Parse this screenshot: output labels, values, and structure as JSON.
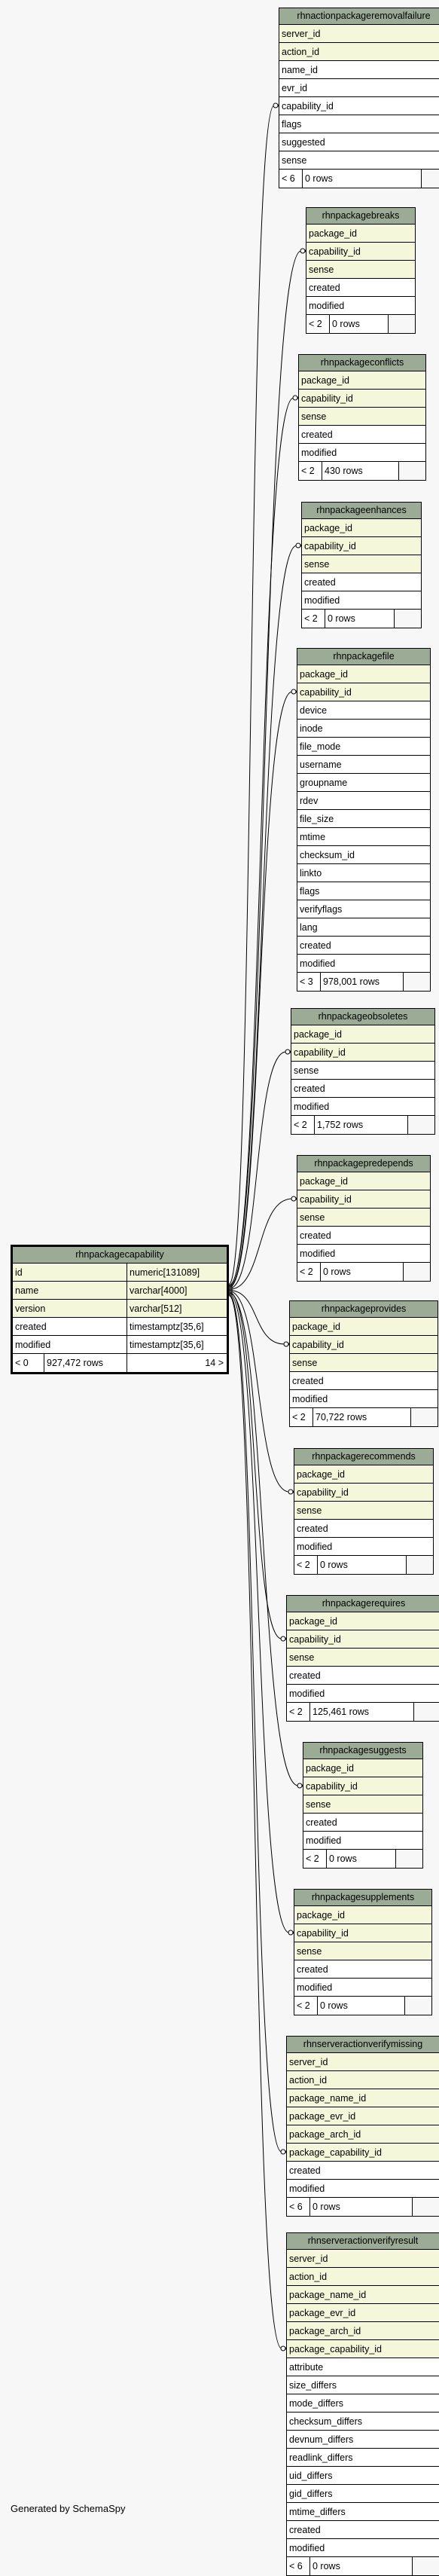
{
  "main_table": {
    "name": "rhnpackagecapability",
    "columns": [
      {
        "name": "id",
        "type": "numeric[131089]"
      },
      {
        "name": "name",
        "type": "varchar[4000]"
      },
      {
        "name": "version",
        "type": "varchar[512]"
      },
      {
        "name": "created",
        "type": "timestamptz[35,6]"
      },
      {
        "name": "modified",
        "type": "timestamptz[35,6]"
      }
    ],
    "footer": {
      "parents": "< 0",
      "rows": "927,472 rows",
      "children": "14 >"
    }
  },
  "child_tables": [
    {
      "name": "rhnactionpackageremovalfailure",
      "columns": [
        "server_id",
        "action_id",
        "name_id",
        "evr_id",
        "capability_id",
        "flags",
        "suggested",
        "sense"
      ],
      "keys": [
        0,
        1
      ],
      "link": 4,
      "footer": {
        "parents": "< 6",
        "rows": "0 rows"
      }
    },
    {
      "name": "rhnpackagebreaks",
      "columns": [
        "package_id",
        "capability_id",
        "sense",
        "created",
        "modified"
      ],
      "keys": [
        0,
        1,
        2
      ],
      "link": 1,
      "footer": {
        "parents": "< 2",
        "rows": "0 rows"
      }
    },
    {
      "name": "rhnpackageconflicts",
      "columns": [
        "package_id",
        "capability_id",
        "sense",
        "created",
        "modified"
      ],
      "keys": [
        0,
        1,
        2
      ],
      "link": 1,
      "footer": {
        "parents": "< 2",
        "rows": "430 rows"
      }
    },
    {
      "name": "rhnpackageenhances",
      "columns": [
        "package_id",
        "capability_id",
        "sense",
        "created",
        "modified"
      ],
      "keys": [
        0,
        1,
        2
      ],
      "link": 1,
      "footer": {
        "parents": "< 2",
        "rows": "0 rows"
      }
    },
    {
      "name": "rhnpackagefile",
      "columns": [
        "package_id",
        "capability_id",
        "device",
        "inode",
        "file_mode",
        "username",
        "groupname",
        "rdev",
        "file_size",
        "mtime",
        "checksum_id",
        "linkto",
        "flags",
        "verifyflags",
        "lang",
        "created",
        "modified"
      ],
      "keys": [
        0,
        1
      ],
      "link": 1,
      "footer": {
        "parents": "< 3",
        "rows": "978,001 rows"
      }
    },
    {
      "name": "rhnpackageobsoletes",
      "columns": [
        "package_id",
        "capability_id",
        "sense",
        "created",
        "modified"
      ],
      "keys": [
        0,
        1
      ],
      "link": 1,
      "footer": {
        "parents": "< 2",
        "rows": "1,752 rows"
      }
    },
    {
      "name": "rhnpackagepredepends",
      "columns": [
        "package_id",
        "capability_id",
        "sense",
        "created",
        "modified"
      ],
      "keys": [
        0,
        1,
        2
      ],
      "link": 1,
      "footer": {
        "parents": "< 2",
        "rows": "0 rows"
      }
    },
    {
      "name": "rhnpackageprovides",
      "columns": [
        "package_id",
        "capability_id",
        "sense",
        "created",
        "modified"
      ],
      "keys": [
        0,
        1,
        2
      ],
      "link": 1,
      "footer": {
        "parents": "< 2",
        "rows": "70,722 rows"
      }
    },
    {
      "name": "rhnpackagerecommends",
      "columns": [
        "package_id",
        "capability_id",
        "sense",
        "created",
        "modified"
      ],
      "keys": [
        0,
        1,
        2
      ],
      "link": 1,
      "footer": {
        "parents": "< 2",
        "rows": "0 rows"
      }
    },
    {
      "name": "rhnpackagerequires",
      "columns": [
        "package_id",
        "capability_id",
        "sense",
        "created",
        "modified"
      ],
      "keys": [
        0,
        1,
        2
      ],
      "link": 1,
      "footer": {
        "parents": "< 2",
        "rows": "125,461 rows"
      }
    },
    {
      "name": "rhnpackagesuggests",
      "columns": [
        "package_id",
        "capability_id",
        "sense",
        "created",
        "modified"
      ],
      "keys": [
        0,
        1,
        2
      ],
      "link": 1,
      "footer": {
        "parents": "< 2",
        "rows": "0 rows"
      }
    },
    {
      "name": "rhnpackagesupplements",
      "columns": [
        "package_id",
        "capability_id",
        "sense",
        "created",
        "modified"
      ],
      "keys": [
        0,
        1,
        2
      ],
      "link": 1,
      "footer": {
        "parents": "< 2",
        "rows": "0 rows"
      }
    },
    {
      "name": "rhnserveractionverifymissing",
      "columns": [
        "server_id",
        "action_id",
        "package_name_id",
        "package_evr_id",
        "package_arch_id",
        "package_capability_id",
        "created",
        "modified"
      ],
      "keys": [
        0,
        1,
        2,
        3,
        4,
        5
      ],
      "link": 5,
      "footer": {
        "parents": "< 6",
        "rows": "0 rows"
      }
    },
    {
      "name": "rhnserveractionverifyresult",
      "columns": [
        "server_id",
        "action_id",
        "package_name_id",
        "package_evr_id",
        "package_arch_id",
        "package_capability_id",
        "attribute",
        "size_differs",
        "mode_differs",
        "checksum_differs",
        "devnum_differs",
        "readlink_differs",
        "uid_differs",
        "gid_differs",
        "mtime_differs",
        "created",
        "modified"
      ],
      "keys": [
        0,
        1,
        2,
        3,
        4,
        5
      ],
      "link": 5,
      "footer": {
        "parents": "< 6",
        "rows": "0 rows"
      }
    }
  ],
  "credit": "Generated by SchemaSpy"
}
